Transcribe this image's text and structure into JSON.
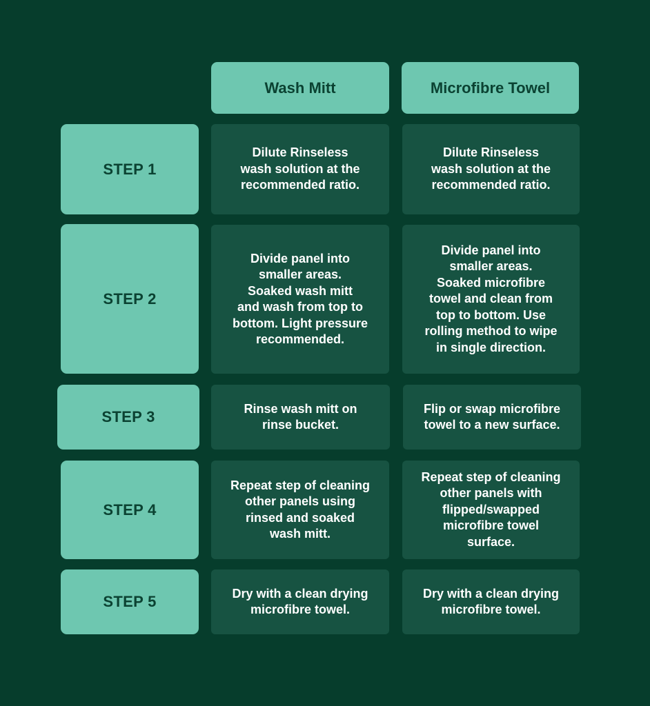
{
  "colors": {
    "background": "#063d2c",
    "label_fill": "#6ec7b0",
    "label_text": "#0b4232",
    "content_fill": "#175342",
    "content_text": "#ffffff"
  },
  "columns": {
    "wash_mitt": "Wash Mitt",
    "microfibre_towel": "Microfibre Towel"
  },
  "steps": [
    {
      "label": "STEP 1",
      "wash_mitt": "Dilute Rinseless\nwash solution at the\nrecommended ratio.",
      "microfibre_towel": "Dilute Rinseless\nwash solution at the\nrecommended ratio."
    },
    {
      "label": "STEP 2",
      "wash_mitt": "Divide panel into\nsmaller areas.\nSoaked wash mitt\nand wash from top to\nbottom. Light pressure\nrecommended.",
      "microfibre_towel": "Divide panel into\nsmaller areas.\nSoaked microfibre\ntowel and clean from\ntop to bottom. Use\nrolling method to wipe\nin single direction."
    },
    {
      "label": "STEP 3",
      "wash_mitt": "Rinse wash mitt on\nrinse bucket.",
      "microfibre_towel": "Flip or swap microfibre\ntowel to a new surface."
    },
    {
      "label": "STEP 4",
      "wash_mitt": "Repeat step of cleaning\nother panels using\nrinsed and soaked\nwash mitt.",
      "microfibre_towel": "Repeat step of cleaning\nother panels with\nflipped/swapped\nmicrofibre towel\nsurface."
    },
    {
      "label": "STEP 5",
      "wash_mitt": "Dry with a clean drying\nmicrofibre towel.",
      "microfibre_towel": "Dry with a clean drying\nmicrofibre towel."
    }
  ]
}
